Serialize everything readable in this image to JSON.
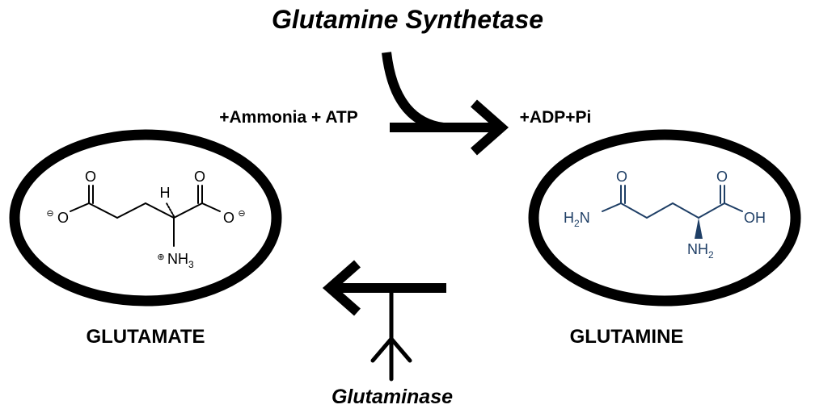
{
  "enzymes": {
    "forward": "Glutamine Synthetase",
    "reverse": "Glutaminase"
  },
  "reaction": {
    "inputs": "+Ammonia + ATP",
    "outputs": "+ADP+Pi"
  },
  "molecules": {
    "glutamate": {
      "name": "GLUTAMATE",
      "atoms": {
        "o_top_left": "O",
        "o_minus_left": "O",
        "minus_left": "⊖",
        "h_stereo": "H",
        "o_top_right": "O",
        "o_minus_right": "O",
        "minus_right": "⊖",
        "plus": "⊕",
        "nh3": "NH",
        "nh3_sub": "3"
      }
    },
    "glutamine": {
      "name": "GLUTAMINE",
      "atoms": {
        "o_amide": "O",
        "h2n": "H",
        "h2n_sub": "2",
        "h2n_n": "N",
        "o_acid": "O",
        "oh": "OH",
        "nh2": "NH",
        "nh2_sub": "2"
      }
    }
  },
  "colors": {
    "ink": "#000000",
    "structure_blue": "#1f3f66",
    "background": "#ffffff"
  }
}
